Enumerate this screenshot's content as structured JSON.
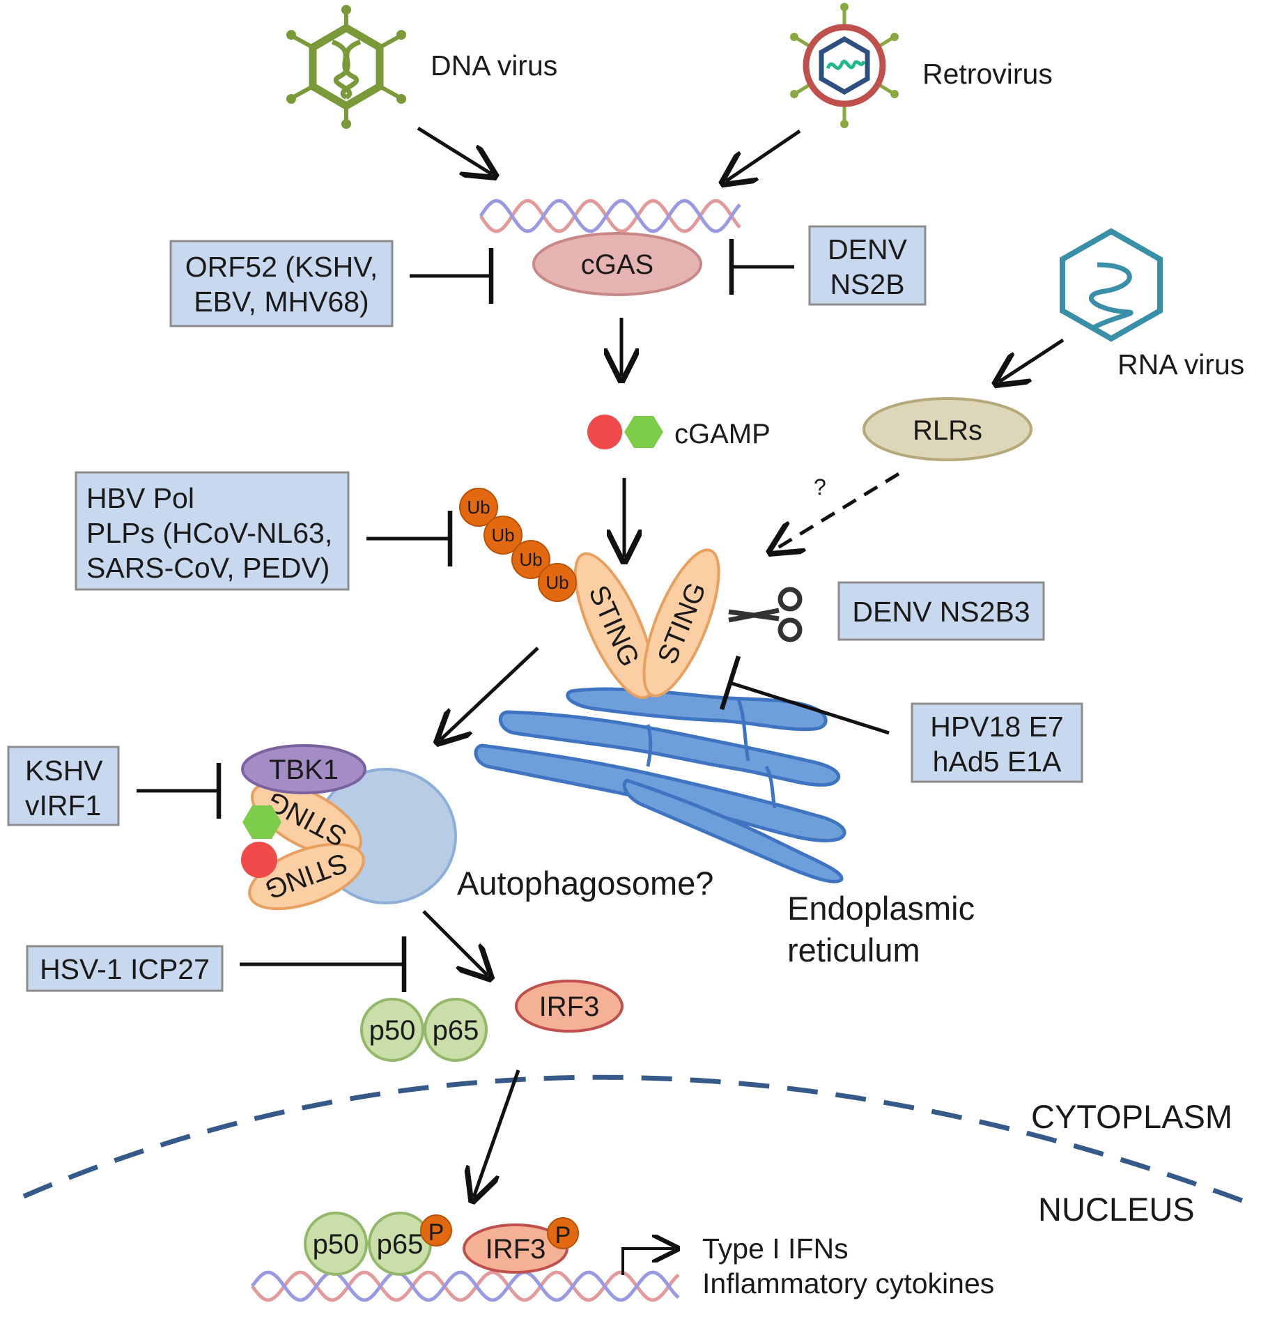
{
  "viruses": {
    "dna": "DNA virus",
    "retro": "Retrovirus",
    "rna": "RNA virus"
  },
  "nodes": {
    "cgas": "cGAS",
    "cgamp": "cGAMP",
    "rlrs": "RLRs",
    "sting": "STING",
    "tbk1": "TBK1",
    "irf3": "IRF3",
    "p50": "p50",
    "p65": "p65",
    "ub": "Ub",
    "phospho": "P",
    "question": "?"
  },
  "inhibitors": {
    "orf52": [
      "ORF52 (KSHV,",
      "EBV, MHV68)"
    ],
    "denv_ns2b": [
      "DENV",
      "NS2B"
    ],
    "hbv": [
      "HBV Pol",
      "PLPs (HCoV-NL63,",
      "SARS-CoV, PEDV)"
    ],
    "denv_ns2b3": [
      "DENV NS2B3"
    ],
    "hpv": [
      "HPV18 E7",
      "hAd5 E1A"
    ],
    "kshv": [
      "KSHV",
      "vIRF1"
    ],
    "hsv": [
      "HSV-1 ICP27"
    ]
  },
  "compartments": {
    "autophagosome": "Autophagosome?",
    "er": [
      "Endoplasmic",
      "reticulum"
    ],
    "cytoplasm": "CYTOPLASM",
    "nucleus": "NUCLEUS"
  },
  "outputs": [
    "Type I IFNs",
    "Inflammatory cytokines"
  ],
  "colors": {
    "box_fill": "#c8d9ef",
    "box_stroke": "#8c8c8c",
    "cgas_fill": "#e6b3b3",
    "rlrs_fill": "#ddd6b8",
    "sting_fill": "#fbcfa3",
    "ub_fill": "#e2690f",
    "tbk1_fill": "#a48cc4",
    "irf3_fill": "#f5b196",
    "p_fill": "#c9dea9",
    "er_fill": "#6f9fda",
    "autophagosome_fill": "#b8cce6",
    "membrane": "#355a8a"
  }
}
